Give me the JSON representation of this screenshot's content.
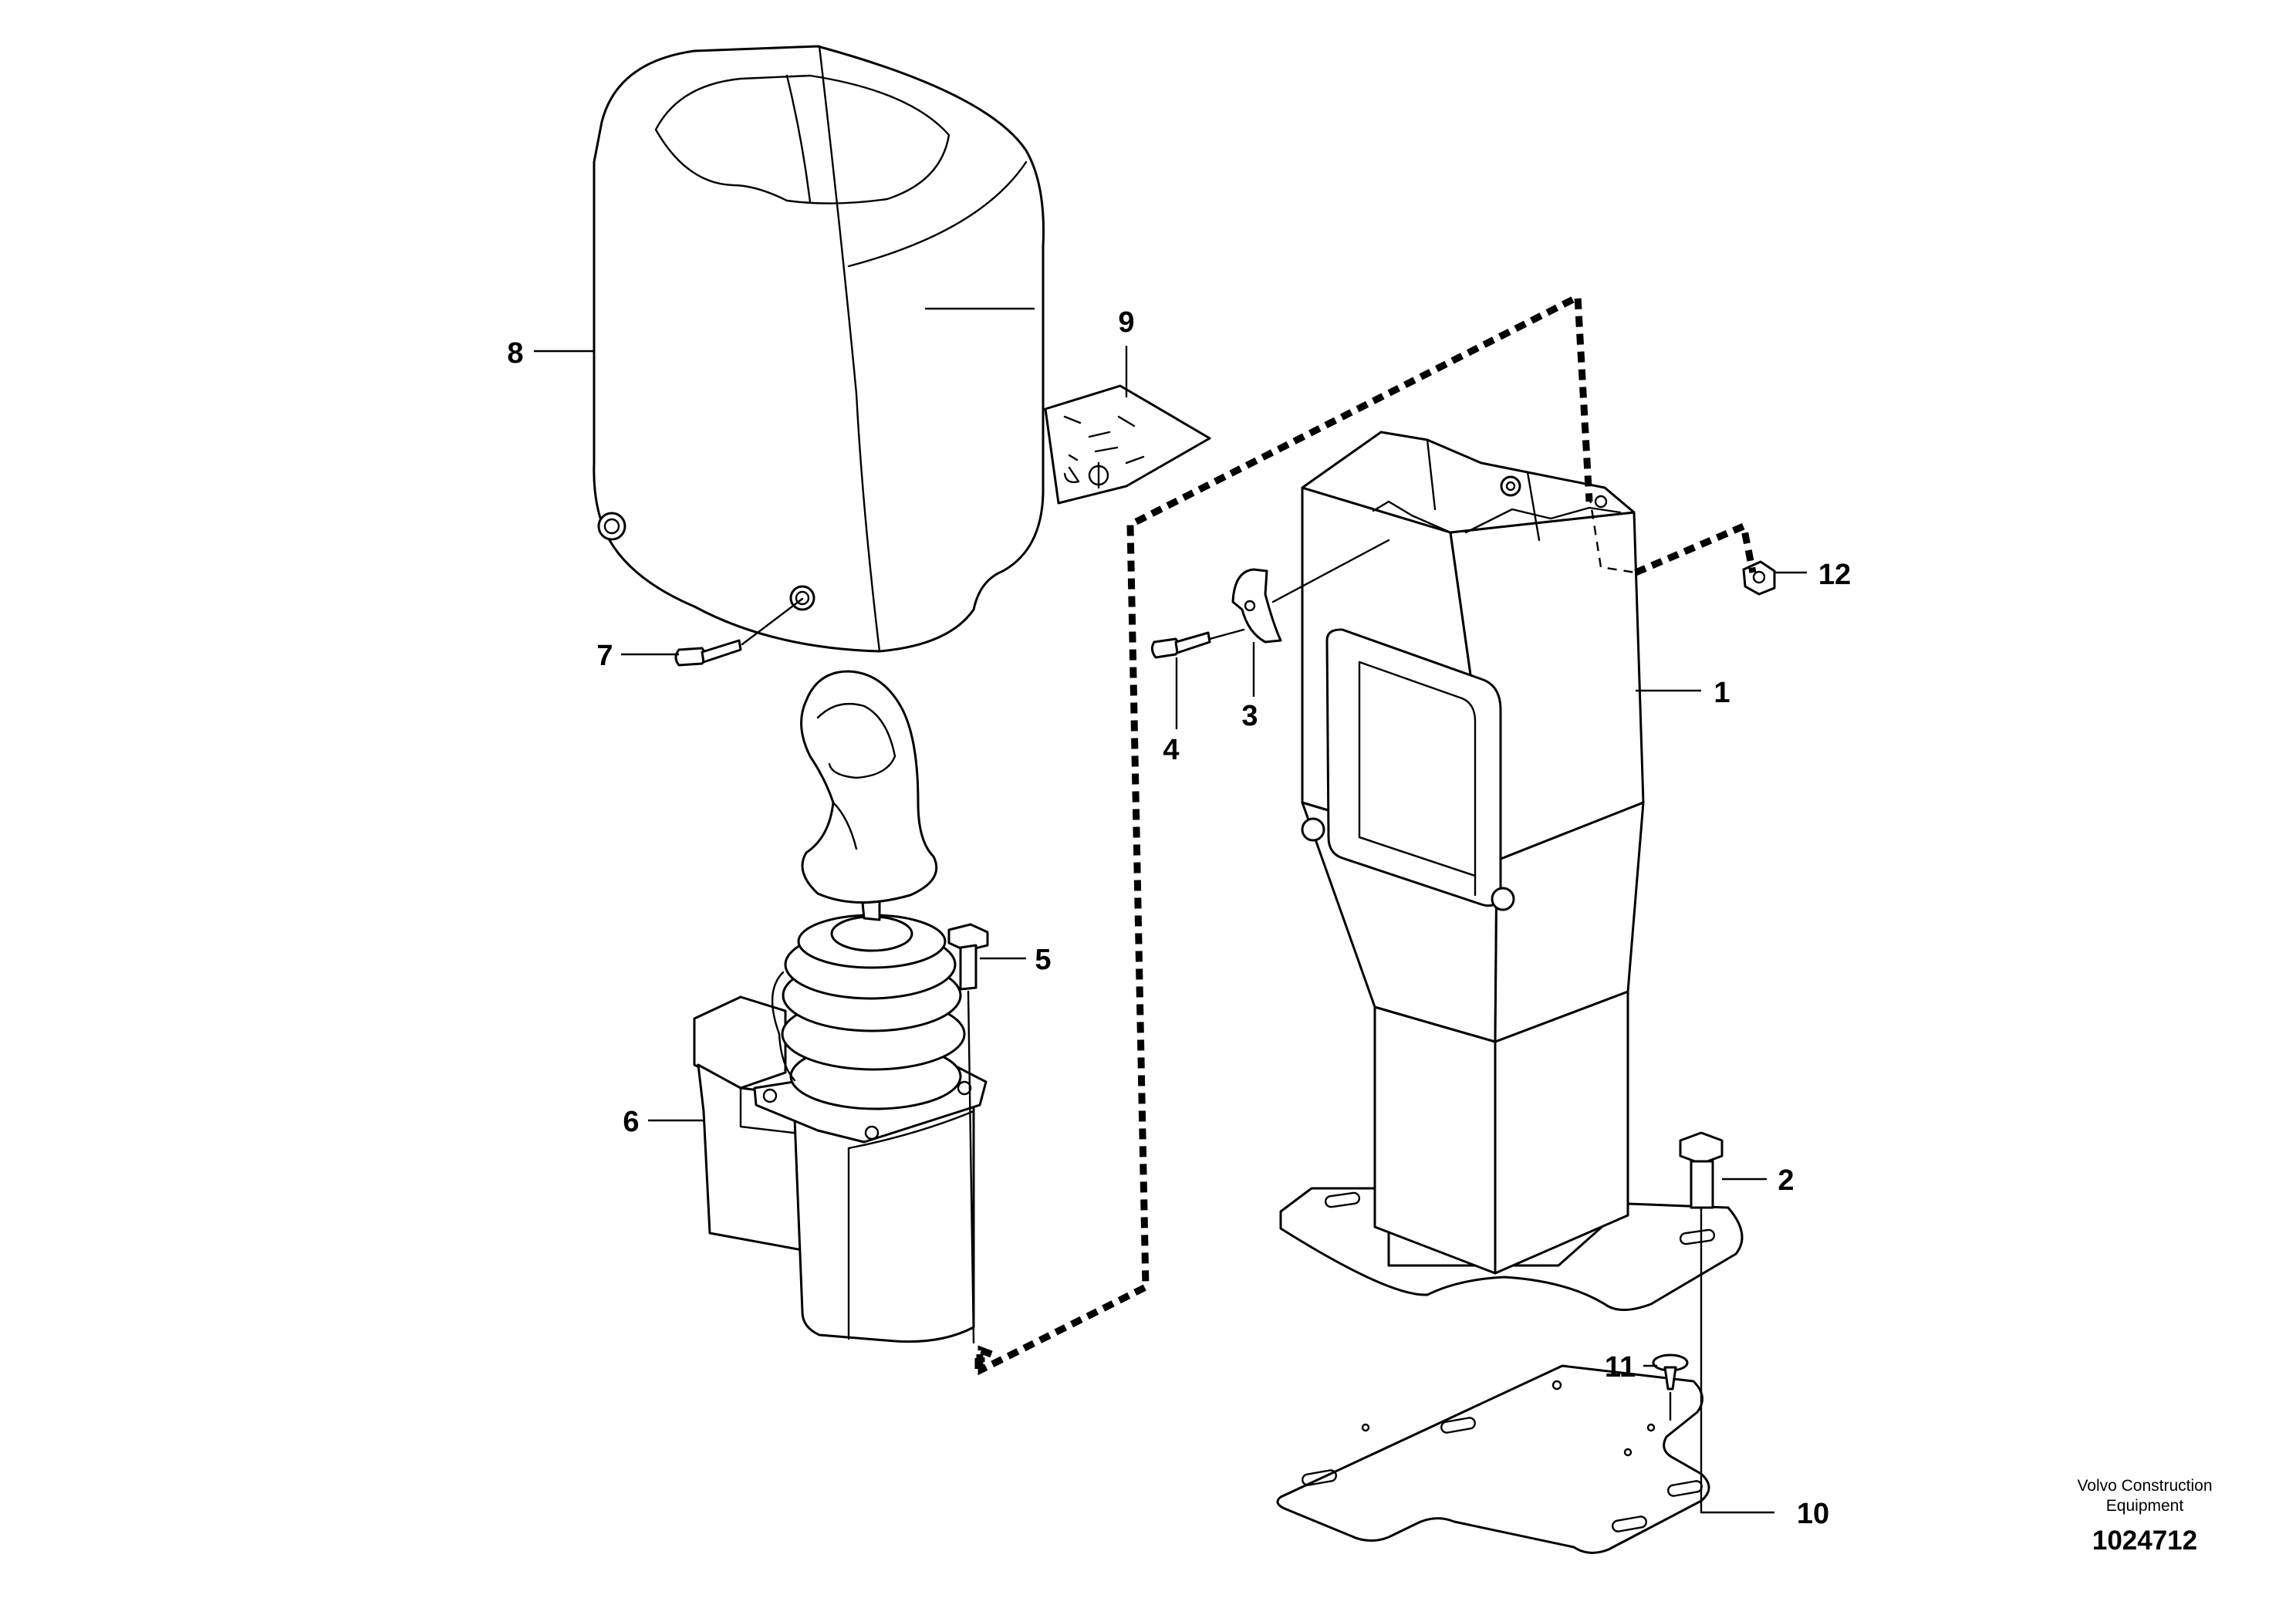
{
  "callouts": [
    {
      "id": "1",
      "label": "1",
      "part": "console-bracket"
    },
    {
      "id": "2",
      "label": "2",
      "part": "bolt-bracket"
    },
    {
      "id": "3",
      "label": "3",
      "part": "clip"
    },
    {
      "id": "4",
      "label": "4",
      "part": "screw-clip"
    },
    {
      "id": "5",
      "label": "5",
      "part": "screw-control-valve"
    },
    {
      "id": "6",
      "label": "6",
      "part": "control-valve"
    },
    {
      "id": "7",
      "label": "7",
      "part": "screw-cover"
    },
    {
      "id": "8",
      "label": "8",
      "part": "cover"
    },
    {
      "id": "9",
      "label": "9",
      "part": "decal"
    },
    {
      "id": "10",
      "label": "10",
      "part": "plate"
    },
    {
      "id": "11",
      "label": "11",
      "part": "rivet"
    },
    {
      "id": "12",
      "label": "12",
      "part": "nut"
    }
  ],
  "footer": {
    "brand_line1": "Volvo Construction",
    "brand_line2": "Equipment",
    "document_number": "1024712"
  },
  "colors": {
    "ink": "#000000",
    "paper": "#ffffff"
  }
}
